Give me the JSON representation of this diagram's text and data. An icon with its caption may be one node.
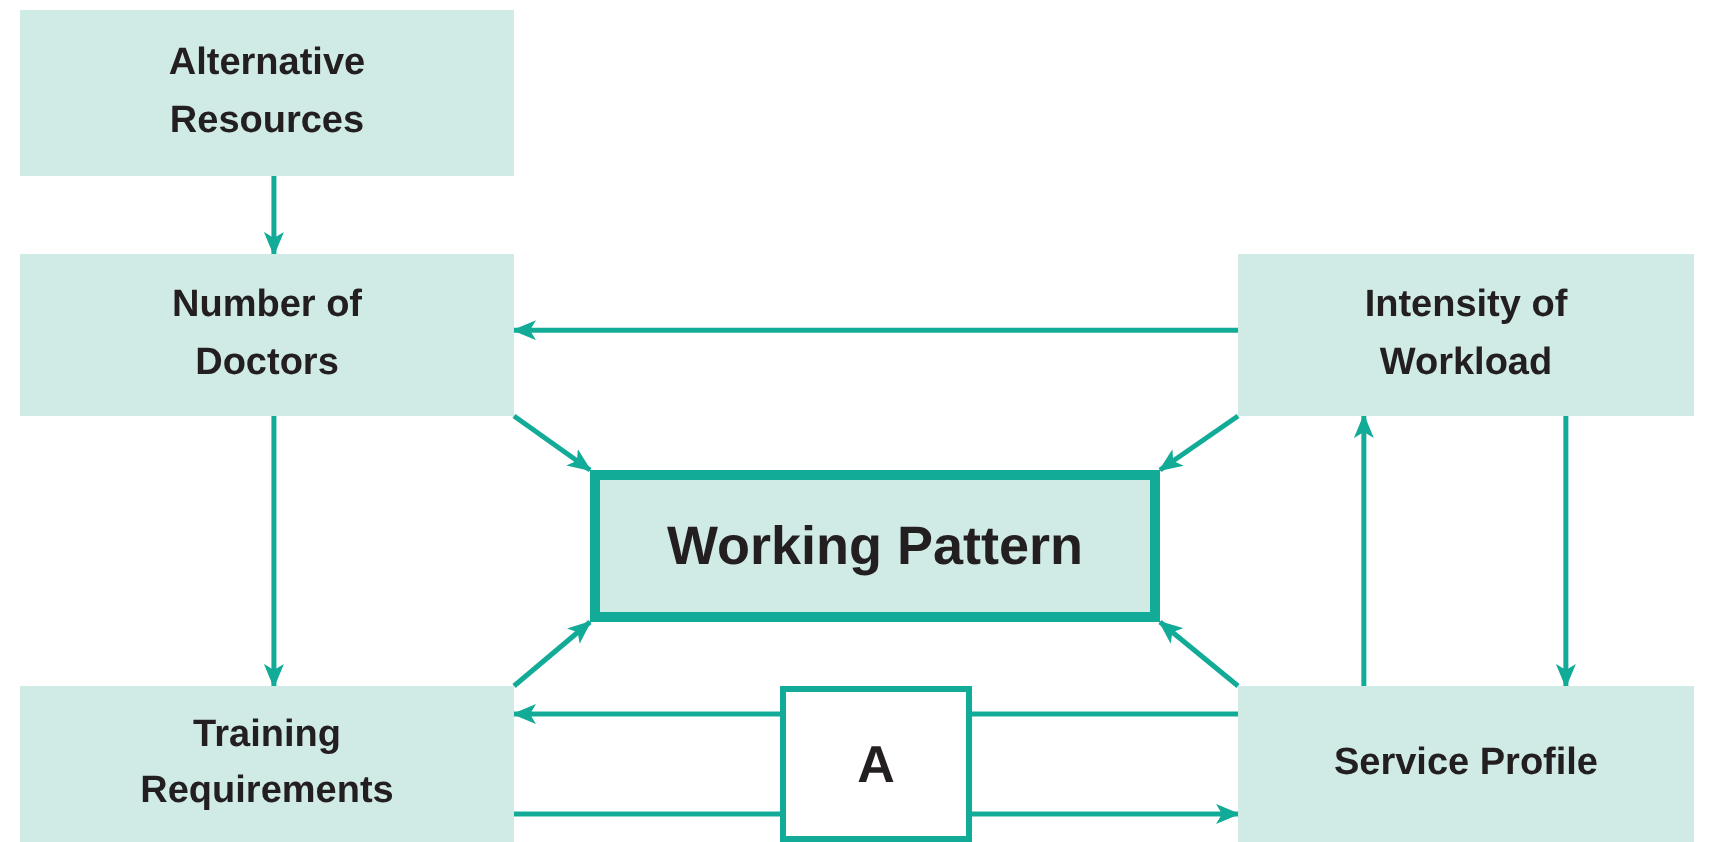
{
  "diagram": {
    "nodes": [
      {
        "text": [
          "Alternative Resources"
        ]
      },
      {
        "text": [
          "Number of Doctors"
        ]
      },
      {
        "text": [
          "Intensity of Workload"
        ]
      },
      {
        "text": [
          "Working Pattern"
        ]
      },
      {
        "text": [
          "Training Requirements"
        ]
      },
      {
        "text": [
          "A"
        ]
      },
      {
        "text": [
          "Service Profile"
        ]
      }
    ],
    "edges": [
      {
        "from": 0,
        "to": 1,
        "arrow": "to"
      },
      {
        "from": 2,
        "to": 1,
        "arrow": "to"
      },
      {
        "from": 1,
        "to": 3,
        "arrow": "to"
      },
      {
        "from": 2,
        "to": 3,
        "arrow": "to"
      },
      {
        "from": 1,
        "to": 4,
        "arrow": "to"
      },
      {
        "from": 4,
        "to": 3,
        "arrow": "to"
      },
      {
        "from": 6,
        "to": 3,
        "arrow": "to"
      },
      {
        "from": 6,
        "to": 2,
        "arrow": "to"
      },
      {
        "from": 2,
        "to": 6,
        "arrow": "to"
      },
      {
        "from": 6,
        "to": 5,
        "arrow": "none"
      },
      {
        "from": 5,
        "to": 4,
        "arrow": "to"
      },
      {
        "from": 4,
        "to": 5,
        "arrow": "none"
      },
      {
        "from": 5,
        "to": 6,
        "arrow": "to"
      }
    ]
  }
}
